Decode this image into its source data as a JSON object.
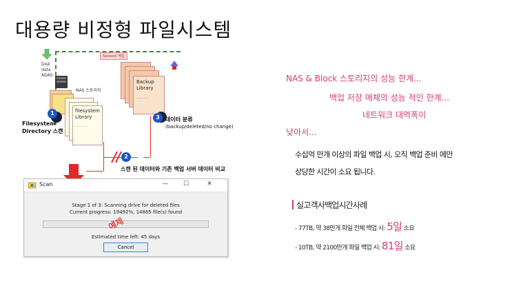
{
  "title": "대용량 비정형 파일시스템",
  "diagram": {
    "network_tag": "Network 백업",
    "nas_label": "NAS 스토리지",
    "disk_label": "Disk",
    "filesystem_library": "filesystem Library",
    "backup_library": "Backup Library",
    "dots": "........",
    "step1_caption": "Filesystem Directory 스캔",
    "step2_caption": "스캔 된 데이터와 기존 백업 서버 데이터 비교",
    "step3_caption_line1": "데이터 분류",
    "step3_caption_line2": "(backup/deleted/no change)",
    "badge1": "1",
    "badge2": "2",
    "badge3": "3"
  },
  "dialog": {
    "title": "Scan",
    "minimize": "—",
    "maximize": "☐",
    "close": "✕",
    "stage_text": "Stage 1 of 3: Scanning drive for deleted files",
    "progress_text": "Current progress: 19492%, 14885 file(s) found",
    "stamp": "예제",
    "time_left": "Estimated time left: 45 days",
    "cancel_label": "Cancel"
  },
  "right": {
    "line1": "NAS & Block 스토리지의 성능 한계...",
    "line2": "백업 저장 매체의 성능 적인 한계...",
    "line3": "네트워크 대역폭이",
    "line4": "낮아서...",
    "body1": "수십억 만개 이상의 파일 백업 시, 오직 백업 준비 에만",
    "body2": "상당한 시간이 소요 됩니다.",
    "case_title": "실고객사백업시간사례",
    "case1_prefix": "- 77TB, 약 38만개 파일 전체 백업 시: ",
    "case1_value": "5일",
    "case1_suffix": " 소요",
    "case2_prefix": "- 10TB, 약 2100만개 파일 백업 시: ",
    "case2_value": "81일",
    "case2_suffix": " 소요"
  },
  "colors": {
    "accent_pink": "#d63a7a",
    "arrow_red": "#e02a2a",
    "badge_blue": "#1f56c8"
  }
}
